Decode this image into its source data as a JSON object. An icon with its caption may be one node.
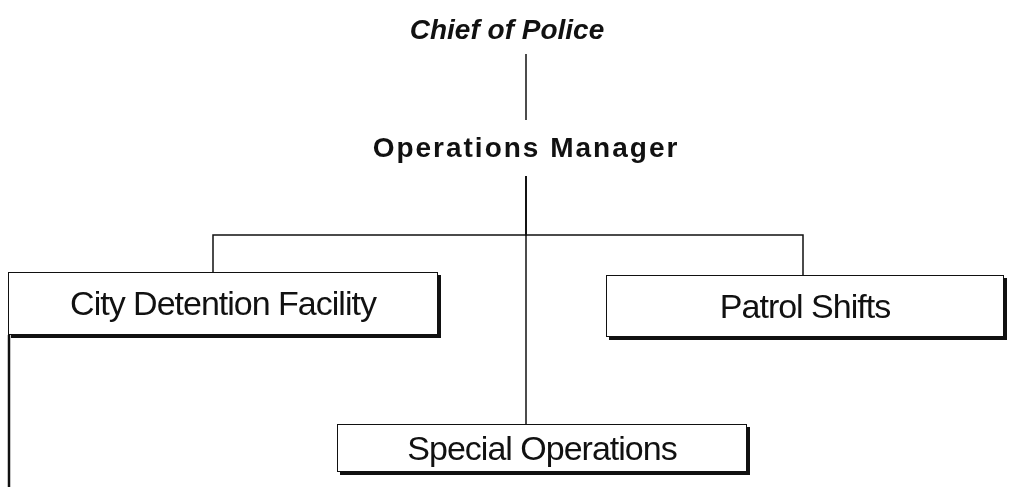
{
  "diagram": {
    "nodes": [
      {
        "text": [
          "Chief of Police"
        ]
      },
      {
        "text": [
          "Operations Manager"
        ]
      },
      {
        "text": [
          "City Detention Facility"
        ]
      },
      {
        "text": [
          "Patrol Shifts"
        ]
      },
      {
        "text": [
          "Special Operations"
        ]
      }
    ],
    "edges": [
      {
        "from": 0,
        "to": 1,
        "arrow": "none"
      },
      {
        "from": 1,
        "to": 2,
        "arrow": "none"
      },
      {
        "from": 1,
        "to": 3,
        "arrow": "none"
      },
      {
        "from": 1,
        "to": 4,
        "arrow": "none"
      },
      {
        "from": 2,
        "to": null,
        "arrow": "none"
      }
    ]
  }
}
